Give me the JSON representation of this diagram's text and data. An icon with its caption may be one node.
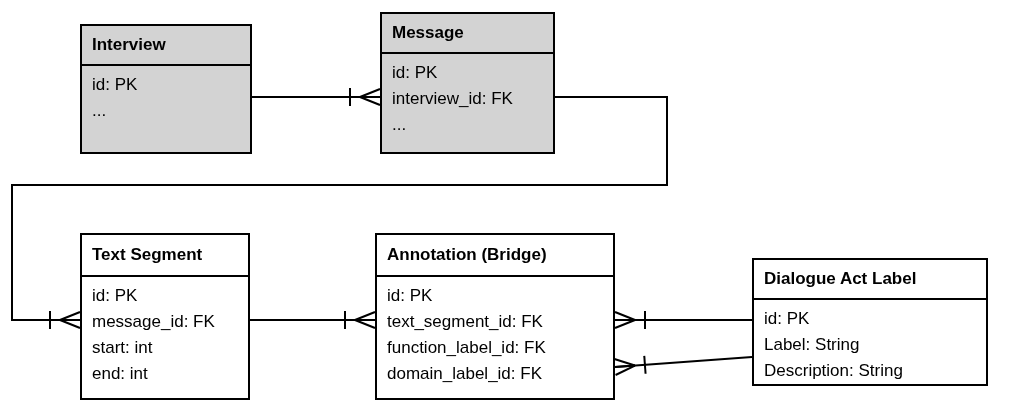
{
  "diagram": {
    "nodes": [
      {
        "text": [
          "Interview",
          "id: PK",
          "..."
        ]
      },
      {
        "text": [
          "Message",
          "id: PK",
          "interview_id: FK",
          "..."
        ]
      },
      {
        "text": [
          "Text Segment",
          "id: PK",
          "message_id: FK",
          "start: int",
          "end: int"
        ]
      },
      {
        "text": [
          "Annotation (Bridge)",
          "id: PK",
          "text_segment_id: FK",
          "function_label_id: FK",
          "domain_label_id: FK"
        ]
      },
      {
        "text": [
          "Dialogue Act Label",
          "id: PK",
          "Label: String",
          "Description: String"
        ]
      }
    ],
    "edges": [
      {
        "from": 0,
        "to": 1,
        "arrow": "other"
      },
      {
        "from": 1,
        "to": 2,
        "arrow": "other"
      },
      {
        "from": 2,
        "to": 3,
        "arrow": "other"
      },
      {
        "from": 4,
        "to": 3,
        "arrow": "other"
      },
      {
        "from": 4,
        "to": 3,
        "arrow": "other"
      }
    ]
  }
}
